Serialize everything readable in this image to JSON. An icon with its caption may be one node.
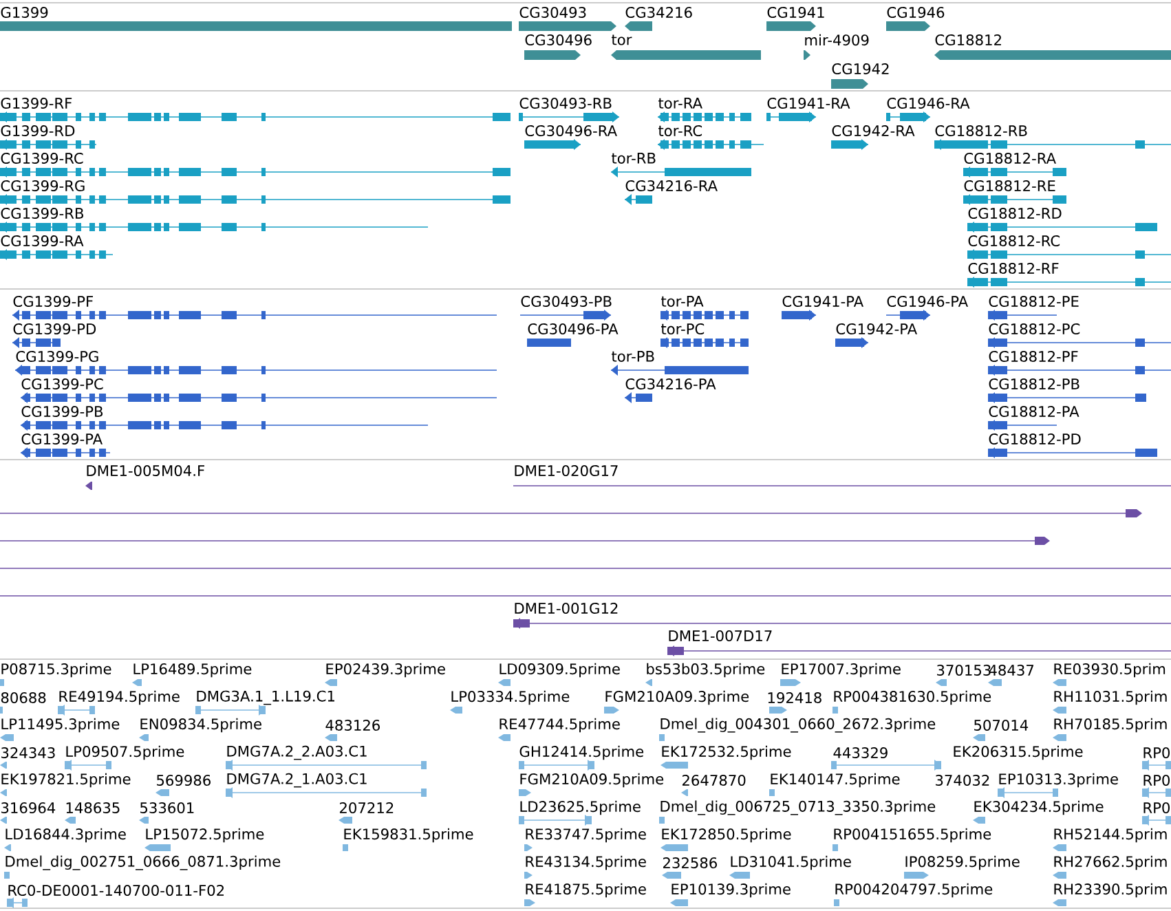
{
  "diagram": {
    "labels": [
      "G1399",
      "CG30493",
      "CG34216",
      "CG1941",
      "CG1946",
      "CG30496",
      "tor",
      "mir-4909",
      "CG18812",
      "CG1942",
      "G1399-RF",
      "CG30493-RB",
      "tor-RA",
      "CG1941-RA",
      "CG1946-RA",
      "G1399-RD",
      "CG30496-RA",
      "tor-RC",
      "CG1942-RA",
      "CG18812-RB",
      "CG1399-RC",
      "tor-RB",
      "CG18812-RA",
      "CG1399-RG",
      "CG34216-RA",
      "CG18812-RE",
      "CG1399-RB",
      "CG18812-RD",
      "CG1399-RA",
      "CG18812-RC",
      "CG18812-RF",
      "CG1399-PF",
      "CG30493-PB",
      "tor-PA",
      "CG1941-PA",
      "CG1946-PA",
      "CG18812-PE",
      "CG1399-PD",
      "CG30496-PA",
      "tor-PC",
      "CG1942-PA",
      "CG18812-PC",
      "CG1399-PG",
      "tor-PB",
      "CG18812-PF",
      "CG1399-PC",
      "CG34216-PA",
      "CG18812-PB",
      "CG1399-PB",
      "CG18812-PA",
      "CG1399-PA",
      "CG18812-PD",
      "DME1-005M04.F",
      "DME1-020G17",
      "DME1-001G12",
      "DME1-007D17",
      "P08715.3prime",
      "LP16489.5prime",
      "EP02439.3prime",
      "LD09309.5prime",
      "bs53b03.5prime",
      "EP17007.3prime",
      "370153",
      "48437",
      "RE03930.5prim",
      "80688",
      "RE49194.5prime",
      "DMG3A.1_1.L19.C1",
      "LP03334.5prime",
      "FGM210A09.3prime",
      "192418",
      "RP004381630.5prime",
      "RH11031.5prim",
      "LP11495.3prime",
      "EN09834.5prime",
      "483126",
      "RE47744.5prime",
      "Dmel_dig_004301_0660_2672.3prime",
      "507014",
      "RH70185.5prim",
      "324343",
      "LP09507.5prime",
      "DMG7A.2_2.A03.C1",
      "GH12414.5prime",
      "EK172532.5prime",
      "443329",
      "EK206315.5prime",
      "RP0",
      "EK197821.5prime",
      "569986",
      "DMG7A.2_1.A03.C1",
      "FGM210A09.5prime",
      "2647870",
      "EK140147.5prime",
      "374032",
      "EP10313.3prime",
      "RP0",
      "316964",
      "148635",
      "533601",
      "207212",
      "LD23625.5prime",
      "Dmel_dig_006725_0713_3350.3prime",
      "EK304234.5prime",
      "RP0",
      "LD16844.3prime",
      "LP15072.5prime",
      "EK159831.5prime",
      "RE33747.5prime",
      "EK172850.5prime",
      "RP004151655.5prime",
      "RH52144.5prim",
      "Dmel_dig_002751_0666_0871.3prime",
      "RE43134.5prime",
      "232586",
      "LD31041.5prime",
      "IP08259.5prime",
      "RH27662.5prim",
      "RC0-DE0001-140700-011-F02",
      "RE41875.5prime",
      "EP10139.3prime",
      "RP004204797.5prime",
      "RH23390.5prim"
    ]
  }
}
